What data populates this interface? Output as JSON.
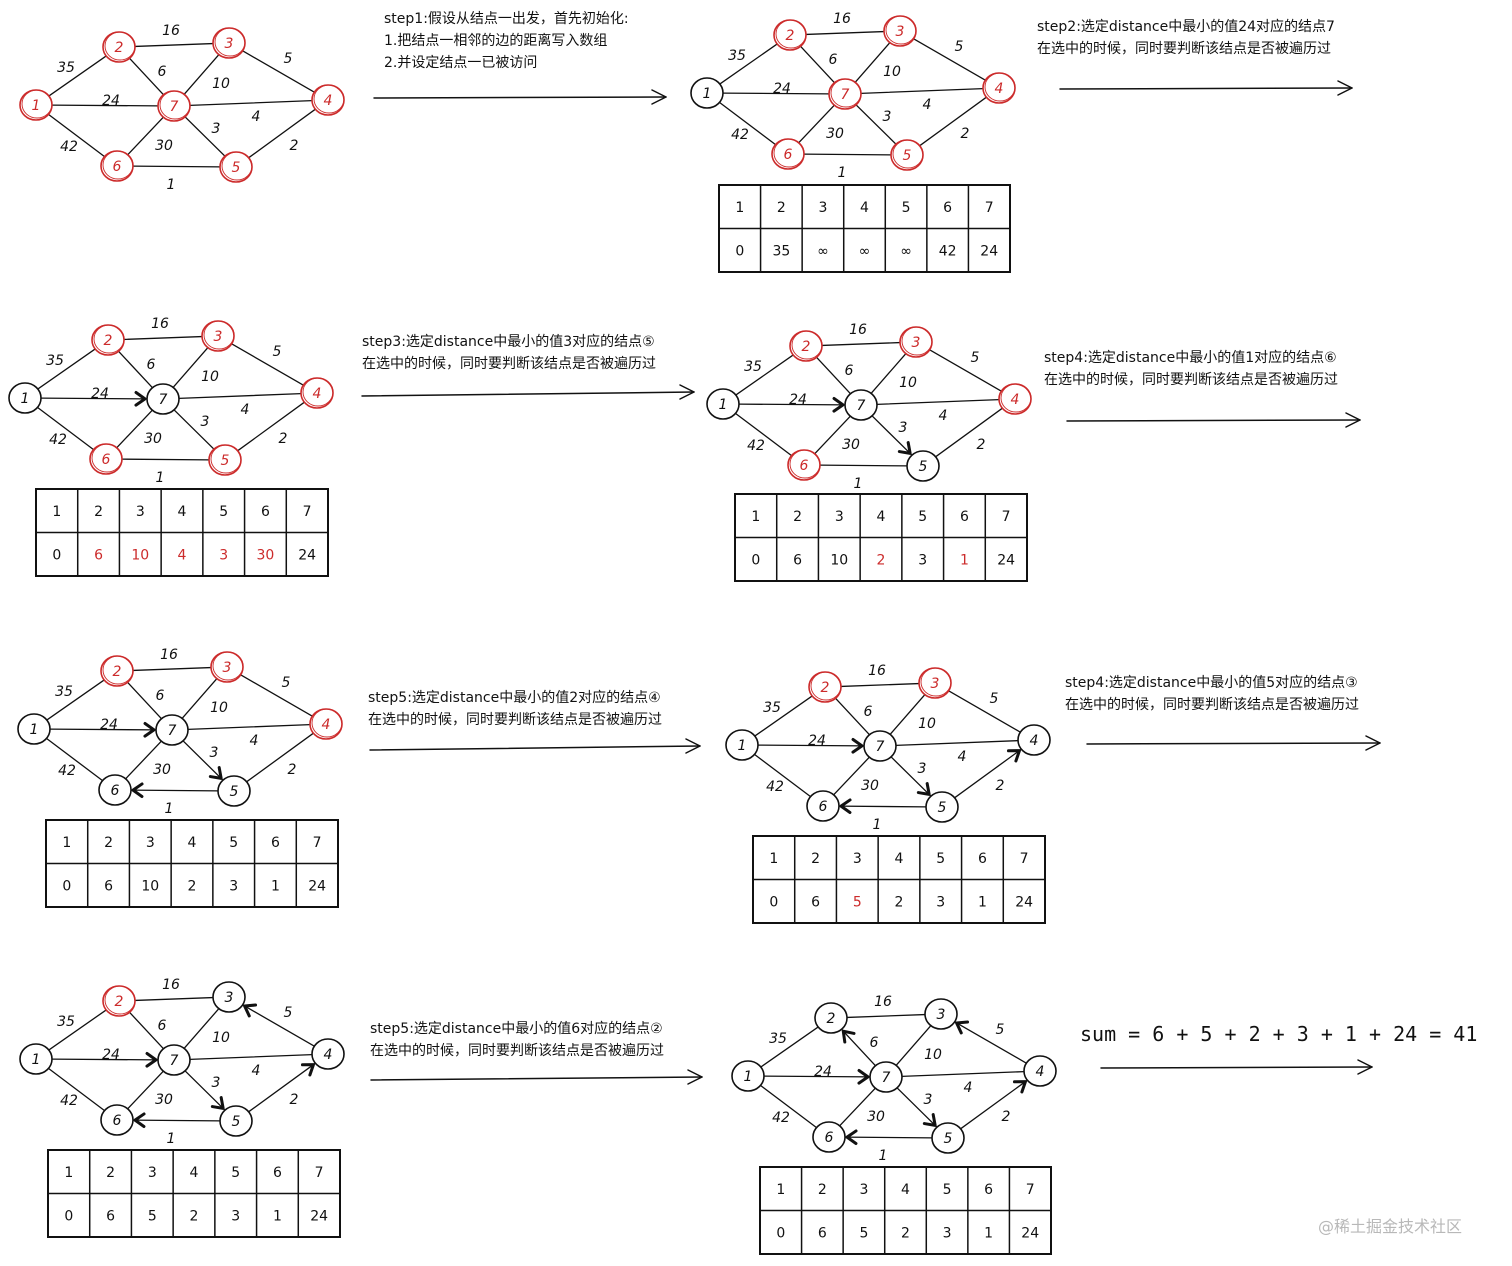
{
  "colors": {
    "visited": "#cc2b2b",
    "ink": "#111111",
    "watermark": "#b8b8b8"
  },
  "graph": {
    "nodes": [
      "1",
      "2",
      "3",
      "4",
      "5",
      "6",
      "7"
    ],
    "edges": [
      {
        "from": "2",
        "to": "3",
        "label": "16"
      },
      {
        "from": "1",
        "to": "2",
        "label": "35"
      },
      {
        "from": "2",
        "to": "7",
        "label": "6"
      },
      {
        "from": "3",
        "to": "7",
        "label": "10"
      },
      {
        "from": "3",
        "to": "4",
        "label": "5"
      },
      {
        "from": "1",
        "to": "7",
        "label": "24"
      },
      {
        "from": "7",
        "to": "4",
        "label": "4"
      },
      {
        "from": "7",
        "to": "5",
        "label": "3"
      },
      {
        "from": "1",
        "to": "6",
        "label": "42"
      },
      {
        "from": "6",
        "to": "7",
        "label": "30"
      },
      {
        "from": "5",
        "to": "4",
        "label": "2"
      },
      {
        "from": "6",
        "to": "5",
        "label": "1"
      }
    ]
  },
  "steps": [
    {
      "note": [
        "step1:假设从结点一出发，首先初始化:",
        "1.把结点一相邻的边的距离写入数组",
        "2.并设定结点一已被访问"
      ]
    },
    {
      "note": [
        "step2:选定distance中最小的值24对应的结点7",
        "在选中的时候，同时要判断该结点是否被遍历过"
      ]
    },
    {
      "note": [
        "step3:选定distance中最小的值3对应的结点⑤",
        "在选中的时候，同时要判断该结点是否被遍历过"
      ]
    },
    {
      "note": [
        "step4:选定distance中最小的值1对应的结点⑥",
        "在选中的时候，同时要判断该结点是否被遍历过"
      ]
    },
    {
      "note": [
        "step5:选定distance中最小的值2对应的结点④",
        "在选中的时候，同时要判断该结点是否被遍历过"
      ]
    },
    {
      "note": [
        "step4:选定distance中最小的值5对应的结点③",
        "在选中的时候，同时要判断该结点是否被遍历过"
      ]
    },
    {
      "note": [
        "step5:选定distance中最小的值6对应的结点②",
        "在选中的时候，同时要判断该结点是否被遍历过"
      ]
    }
  ],
  "diagrams": [
    {
      "visited": [
        "1",
        "2",
        "3",
        "4",
        "5",
        "6",
        "7"
      ],
      "arrows": [],
      "table": null
    },
    {
      "visited": [
        "2",
        "3",
        "4",
        "5",
        "6",
        "7"
      ],
      "arrows": [],
      "table": {
        "header": [
          "1",
          "2",
          "3",
          "4",
          "5",
          "6",
          "7"
        ],
        "values": [
          "0",
          "35",
          "∞",
          "∞",
          "∞",
          "42",
          "24"
        ],
        "red": []
      }
    },
    {
      "visited": [
        "2",
        "3",
        "4",
        "5",
        "6"
      ],
      "arrows": [
        [
          "1",
          "7"
        ]
      ],
      "table": {
        "header": [
          "1",
          "2",
          "3",
          "4",
          "5",
          "6",
          "7"
        ],
        "values": [
          "0",
          "6",
          "10",
          "4",
          "3",
          "30",
          "24"
        ],
        "red": [
          1,
          2,
          3,
          4,
          5
        ]
      }
    },
    {
      "visited": [
        "2",
        "3",
        "4",
        "6"
      ],
      "arrows": [
        [
          "1",
          "7"
        ],
        [
          "7",
          "5"
        ]
      ],
      "table": {
        "header": [
          "1",
          "2",
          "3",
          "4",
          "5",
          "6",
          "7"
        ],
        "values": [
          "0",
          "6",
          "10",
          "2",
          "3",
          "1",
          "24"
        ],
        "red": [
          3,
          5
        ]
      }
    },
    {
      "visited": [
        "2",
        "3",
        "4"
      ],
      "arrows": [
        [
          "1",
          "7"
        ],
        [
          "7",
          "5"
        ],
        [
          "5",
          "6"
        ]
      ],
      "table": {
        "header": [
          "1",
          "2",
          "3",
          "4",
          "5",
          "6",
          "7"
        ],
        "values": [
          "0",
          "6",
          "10",
          "2",
          "3",
          "1",
          "24"
        ],
        "red": []
      }
    },
    {
      "visited": [
        "2",
        "3"
      ],
      "arrows": [
        [
          "1",
          "7"
        ],
        [
          "7",
          "5"
        ],
        [
          "5",
          "6"
        ],
        [
          "5",
          "4"
        ]
      ],
      "table": {
        "header": [
          "1",
          "2",
          "3",
          "4",
          "5",
          "6",
          "7"
        ],
        "values": [
          "0",
          "6",
          "5",
          "2",
          "3",
          "1",
          "24"
        ],
        "red": [
          2
        ]
      }
    },
    {
      "visited": [
        "2"
      ],
      "arrows": [
        [
          "1",
          "7"
        ],
        [
          "7",
          "5"
        ],
        [
          "5",
          "6"
        ],
        [
          "5",
          "4"
        ],
        [
          "4",
          "3"
        ]
      ],
      "table": {
        "header": [
          "1",
          "2",
          "3",
          "4",
          "5",
          "6",
          "7"
        ],
        "values": [
          "0",
          "6",
          "5",
          "2",
          "3",
          "1",
          "24"
        ],
        "red": []
      }
    },
    {
      "visited": [],
      "arrows": [
        [
          "1",
          "7"
        ],
        [
          "7",
          "5"
        ],
        [
          "5",
          "6"
        ],
        [
          "5",
          "4"
        ],
        [
          "4",
          "3"
        ],
        [
          "7",
          "2"
        ]
      ],
      "table": {
        "header": [
          "1",
          "2",
          "3",
          "4",
          "5",
          "6",
          "7"
        ],
        "values": [
          "0",
          "6",
          "5",
          "2",
          "3",
          "1",
          "24"
        ],
        "red": []
      }
    }
  ],
  "sum": "sum = 6 + 5 + 2 + 3 + 1 + 24 = 41",
  "watermark": "@稀土掘金技术社区"
}
